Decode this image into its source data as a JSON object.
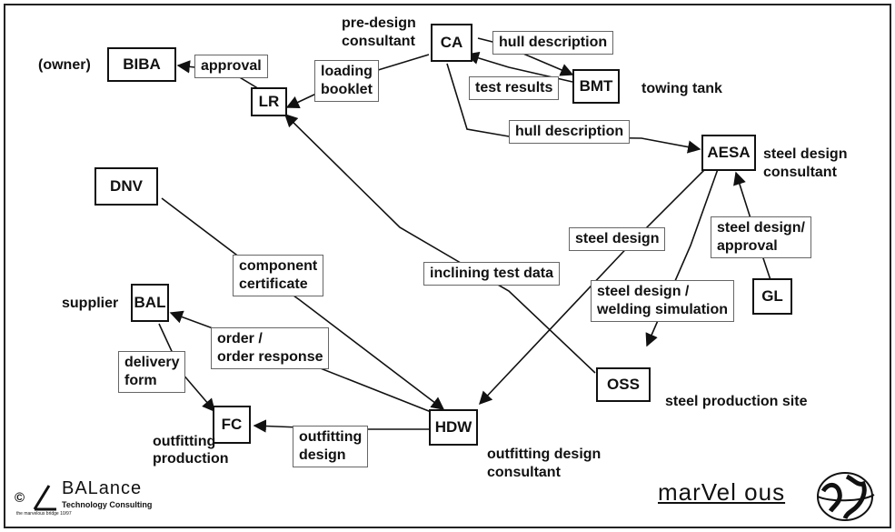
{
  "nodes": {
    "biba": "BIBA",
    "lr": "LR",
    "ca": "CA",
    "bmt": "BMT",
    "aesa": "AESA",
    "dnv": "DNV",
    "gl": "GL",
    "bal": "BAL",
    "fc": "FC",
    "hdw": "HDW",
    "oss": "OSS"
  },
  "roles": {
    "owner": "(owner)",
    "pre_design_1": "pre-design",
    "pre_design_2": "consultant",
    "towing_tank": "towing tank",
    "steel_design_1": "steel design",
    "steel_design_2": "consultant",
    "supplier": "supplier",
    "outfitting_prod_1": "outfitting",
    "outfitting_prod_2": "production",
    "outfitting_design_1": "outfitting design",
    "outfitting_design_2": "consultant",
    "steel_production_site": "steel production site"
  },
  "flows": {
    "approval": "approval",
    "loading_booklet_1": "loading",
    "loading_booklet_2": "booklet",
    "hull_description_top": "hull description",
    "test_results": "test results",
    "hull_description_mid": "hull description",
    "steel_design": "steel design",
    "steel_design_approval_1": "steel design/",
    "steel_design_approval_2": "approval",
    "inclining_test_data": "inclining test data",
    "steel_welding_1": "steel design /",
    "steel_welding_2": "welding simulation",
    "component_certificate_1": "component",
    "component_certificate_2": "certificate",
    "order_response_1": "order /",
    "order_response_2": "order response",
    "delivery_form_1": "delivery",
    "delivery_form_2": "form",
    "outfitting_design_1": "outfitting",
    "outfitting_design_2": "design"
  },
  "branding": {
    "copyright": "©",
    "balance_name": "BALance",
    "balance_sub": "Technology Consulting",
    "balance_tiny": "the marvelous bridge 10/97",
    "marvelous": "marVel ous"
  }
}
